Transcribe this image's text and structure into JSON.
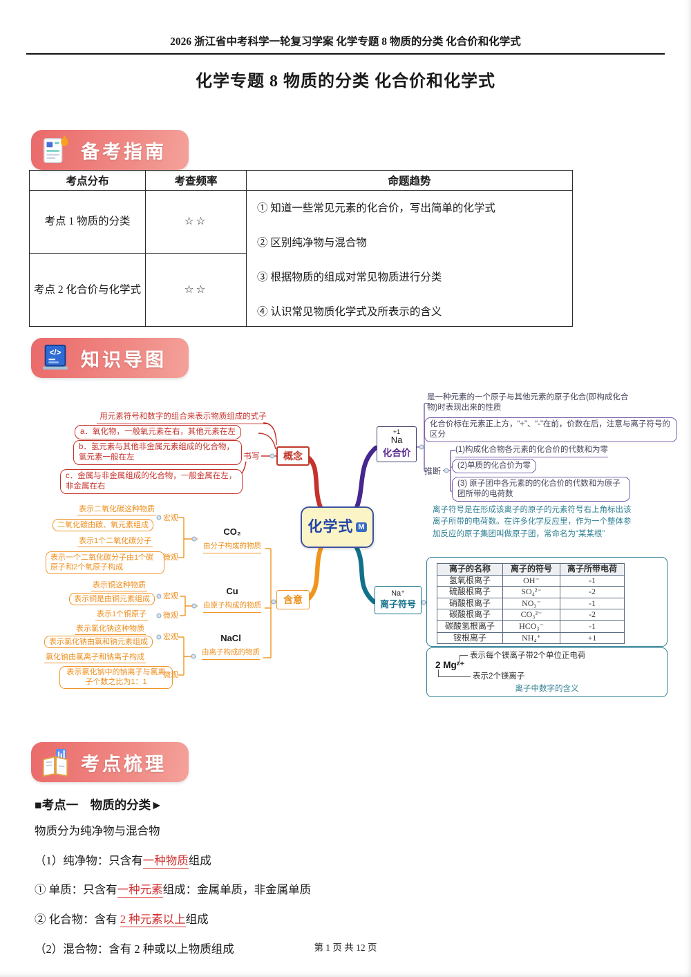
{
  "page": {
    "header": "2026 浙江省中考科学一轮复习学案 化学专题 8 物质的分类 化合价和化学式",
    "title": "化学专题 8 物质的分类 化合价和化学式",
    "footer": "第 1 页 共 12 页"
  },
  "badges": {
    "guide": "备考指南",
    "map": "知识导图",
    "review": "考点梳理",
    "map_icon_glyph": "</>"
  },
  "exam": {
    "headers": [
      "考点分布",
      "考查频率",
      "命题趋势"
    ],
    "rows": [
      {
        "topic": "考点 1 物质的分类",
        "freq": "☆☆"
      },
      {
        "topic": "考点 2 化合价与化学式",
        "freq": "☆☆"
      }
    ],
    "trends": [
      "① 知道一些常见元素的化合价，写出简单的化学式",
      "② 区别纯净物与混合物",
      "③ 根据物质的组成对常见物质进行分类",
      "④ 认识常见物质化学式及所表示的含义"
    ]
  },
  "mm": {
    "center": {
      "label": "化学式",
      "icon": "M"
    },
    "concept": {
      "label": "概念",
      "writing": "书写",
      "definition": "用元素符号和数字的组合来表示物质组成的式子",
      "rules": [
        "a．氧化物，一般氧元素在右，其他元素在左",
        "b．氢元素与其他非金属元素组成的化合物，氢元素一般在左",
        "c．金属与非金属组成的化合物，一般金属在左，非金属在右"
      ]
    },
    "valence": {
      "sup": "+1",
      "symbol": "Na",
      "label": "化合价",
      "infer": "推断",
      "definition": "是一种元素的一个原子与其他元素的原子化合(即构成化合物)时表现出来的性质",
      "notation": "化合价标在元素正上方，“+”、“-”在前，价数在后，注意与离子符号的区分",
      "rules": [
        "(1)构成化合物各元素的化合价的代数和为零",
        "(2)单质的化合价为零",
        "(3) 原子团中各元素的的化合价的代数和为原子团所带的电荷数"
      ]
    },
    "meaning": {
      "label": "含意",
      "macro": "宏观",
      "micro": "微观",
      "groups": [
        {
          "formula": "CO₂",
          "note": "由分子构成的物质",
          "macro_items": [
            "表示二氧化碳这种物质",
            "二氧化碳由碳、氧元素组成"
          ],
          "micro_items": [
            "表示1个二氧化碳分子",
            "表示一个二氧化碳分子由1个碳原子和2个氧原子构成"
          ]
        },
        {
          "formula": "Cu",
          "note": "由原子构成的物质",
          "macro_items": [
            "表示铜这种物质",
            "表示铜是由铜元素组成"
          ],
          "micro_items": [
            "表示1个铜原子"
          ]
        },
        {
          "formula": "NaCl",
          "note": "由离子构成的物质",
          "macro_items": [
            "表示氯化钠这种物质",
            "表示氯化钠由氯和钠元素组成"
          ],
          "micro_items": [
            "氯化钠由氯离子和钠离子构成",
            "表示氯化钠中的钠离子与氯离子个数之比为1：1"
          ]
        }
      ]
    },
    "ion": {
      "example": "Na⁺",
      "label": "离子符号",
      "description": "离子符号是在形成该离子的原子的元素符号右上角标出该离子所带的电荷数。在许多化学反应里，作为一个整体参加反应的原子集团叫做原子团，常命名为“某某根”",
      "table": {
        "headers": [
          "离子的名称",
          "离子的符号",
          "离子所带电荷"
        ],
        "rows": [
          [
            "氢氧根离子",
            "OH⁻",
            "-1"
          ],
          [
            "硫酸根离子",
            "SO₄²⁻",
            "-2"
          ],
          [
            "硝酸根离子",
            "NO₃⁻",
            "-1"
          ],
          [
            "碳酸根离子",
            "CO₃²⁻",
            "-2"
          ],
          [
            "碳酸氢根离子",
            "HCO₃⁻",
            "-1"
          ],
          [
            "铵根离子",
            "NH₄⁺",
            "+1"
          ]
        ]
      },
      "mg": {
        "formula": "2 Mg²⁺",
        "charge_note": "表示每个镁离子带2个单位正电荷",
        "count_note": "表示2个镁离子",
        "caption": "离子中数字的含义"
      }
    }
  },
  "review": {
    "heading": "■考点一　物质的分类►",
    "intro": "物质分为纯净物与混合物",
    "items": [
      {
        "pre": "（1）纯净物：只含有",
        "hl": "一种物质",
        "post": "组成"
      },
      {
        "pre": "① 单质：只含有",
        "hl": "一种元素",
        "post": "组成：金属单质，非金属单质"
      },
      {
        "pre": "② 化合物：含有 ",
        "hl": "2 种元素以上",
        "post": "组成"
      },
      {
        "pre": "（2）混合物：含有 2 种或以上物质组成",
        "hl": "",
        "post": ""
      }
    ]
  },
  "colors": {
    "accent": "#EC6F6F",
    "red_branch": "#C5322C",
    "purple_branch": "#46278F",
    "orange_branch": "#F0951C",
    "teal_branch": "#11708A"
  }
}
